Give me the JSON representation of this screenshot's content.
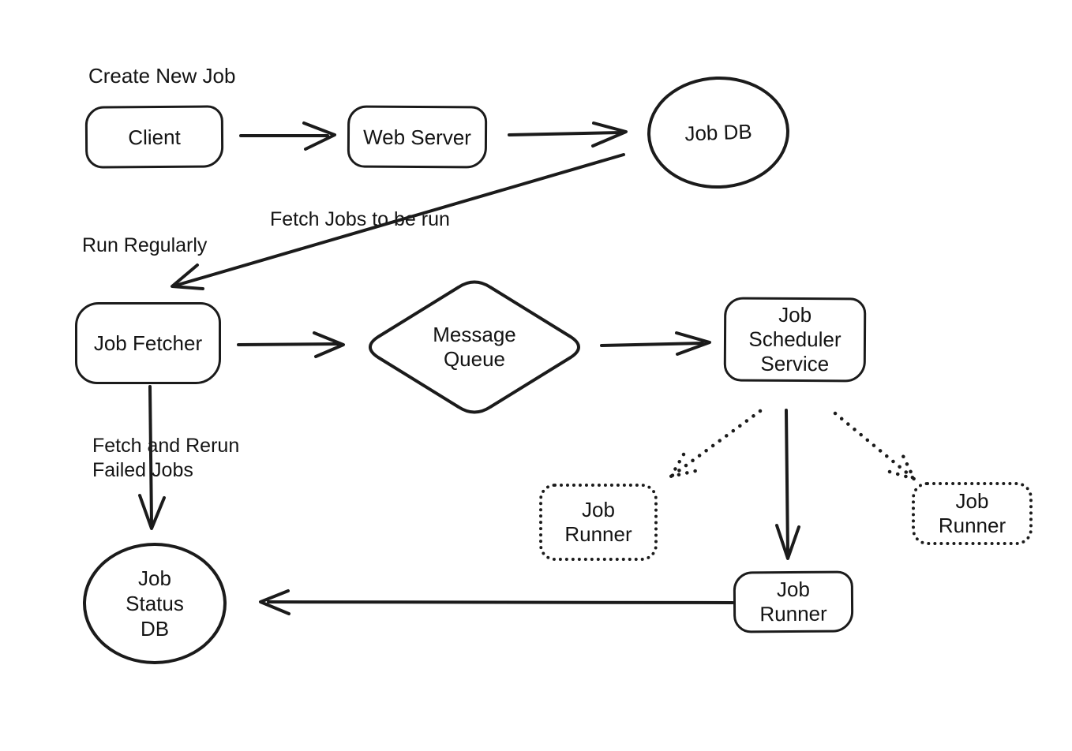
{
  "colors": {
    "background": "#ffffff",
    "ink": "#1b1b1b"
  },
  "annotations": {
    "create_new_job": "Create New Job",
    "fetch_jobs_to_be_run": "Fetch Jobs to be run",
    "run_regularly": "Run Regularly",
    "fetch_and_rerun_line1": "Fetch and Rerun",
    "fetch_and_rerun_line2": "Failed Jobs"
  },
  "nodes": {
    "client": {
      "shape": "rounded-rect",
      "label": "Client"
    },
    "web_server": {
      "shape": "rounded-rect",
      "label": "Web Server"
    },
    "job_db": {
      "shape": "ellipse",
      "label": "Job DB"
    },
    "job_fetcher": {
      "shape": "rounded-rect",
      "label": "Job Fetcher"
    },
    "message_queue": {
      "shape": "diamond",
      "lines": [
        "Message",
        "Queue"
      ]
    },
    "job_scheduler_service": {
      "shape": "rounded-rect",
      "lines": [
        "Job",
        "Scheduler",
        "Service"
      ]
    },
    "job_runner_left": {
      "shape": "dotted-rect",
      "lines": [
        "Job",
        "Runner"
      ]
    },
    "job_runner_right": {
      "shape": "dotted-rect",
      "lines": [
        "Job",
        "Runner"
      ]
    },
    "job_runner_bottom": {
      "shape": "rounded-rect",
      "lines": [
        "Job",
        "Runner"
      ]
    },
    "job_status_db": {
      "shape": "ellipse",
      "lines": [
        "Job",
        "Status",
        "DB"
      ]
    }
  },
  "edges": [
    {
      "from": "client",
      "to": "web_server",
      "style": "solid"
    },
    {
      "from": "web_server",
      "to": "job_db",
      "style": "solid"
    },
    {
      "from": "job_db",
      "to": "job_fetcher",
      "style": "solid",
      "label": "Fetch Jobs to be run"
    },
    {
      "from": "job_fetcher",
      "to": "message_queue",
      "style": "solid"
    },
    {
      "from": "message_queue",
      "to": "job_scheduler_service",
      "style": "solid"
    },
    {
      "from": "job_fetcher",
      "to": "job_status_db",
      "style": "solid",
      "label": "Fetch and Rerun Failed Jobs"
    },
    {
      "from": "job_scheduler_service",
      "to": "job_runner_left",
      "style": "dotted"
    },
    {
      "from": "job_scheduler_service",
      "to": "job_runner_bottom",
      "style": "solid"
    },
    {
      "from": "job_scheduler_service",
      "to": "job_runner_right",
      "style": "dotted"
    },
    {
      "from": "job_runner_bottom",
      "to": "job_status_db",
      "style": "solid"
    }
  ]
}
